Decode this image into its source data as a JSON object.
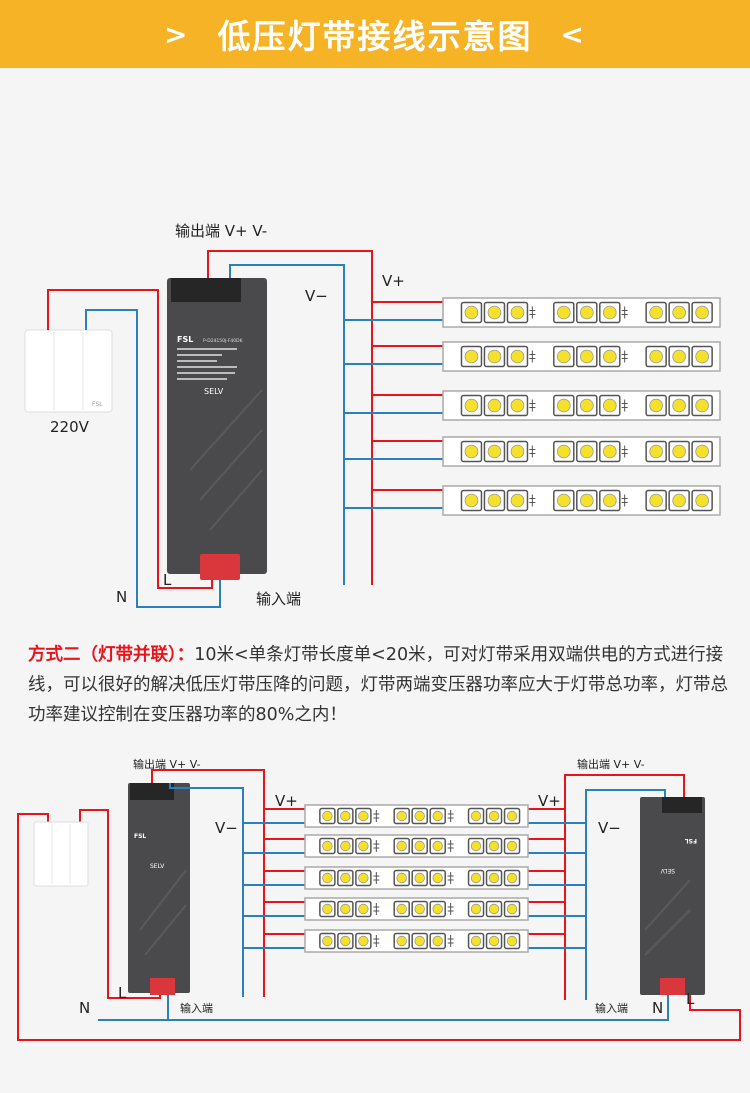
{
  "banner": {
    "left_arrow": ">",
    "title": "低压灯带接线示意图",
    "right_arrow": "<"
  },
  "diagram1": {
    "output_label": "输出端 V+ V-",
    "vplus": "V+",
    "vminus": "V−",
    "input_label": "输入端",
    "l_label": "L",
    "n_label": "N",
    "voltage": "220V",
    "driver_brand": "FSL",
    "driver_model": "P-D24150J-F40DK",
    "driver_mark": "SELV",
    "switch_brand": "FSL",
    "strip_count": 5
  },
  "description": {
    "heading": "方式二（灯带并联）：",
    "body": "10米<单条灯带长度单<20米，可对灯带采用双端供电的方式进行接线，可以很好的解决低压灯带压降的问题，灯带两端变压器功率应大于灯带总功率，灯带总功率建议控制在变压器功率的80%之内！"
  },
  "diagram2": {
    "left_output_label": "输出端 V+ V-",
    "right_output_label": "输出端 V+ V-",
    "left_vplus": "V+",
    "left_vminus": "V−",
    "right_vplus": "V+",
    "right_vminus": "V−",
    "left_input_label": "输入端",
    "right_input_label": "输入端",
    "left_l": "L",
    "left_n": "N",
    "right_l": "L",
    "right_n": "N",
    "driver_brand": "FSL",
    "driver_mark": "SELV",
    "strip_count": 5
  },
  "colors": {
    "banner": "#f6b326",
    "red_wire": "#e8141c",
    "blue_wire": "#2a7fc0",
    "driver": "#4a4a4c",
    "highlight": "#e8141c"
  }
}
